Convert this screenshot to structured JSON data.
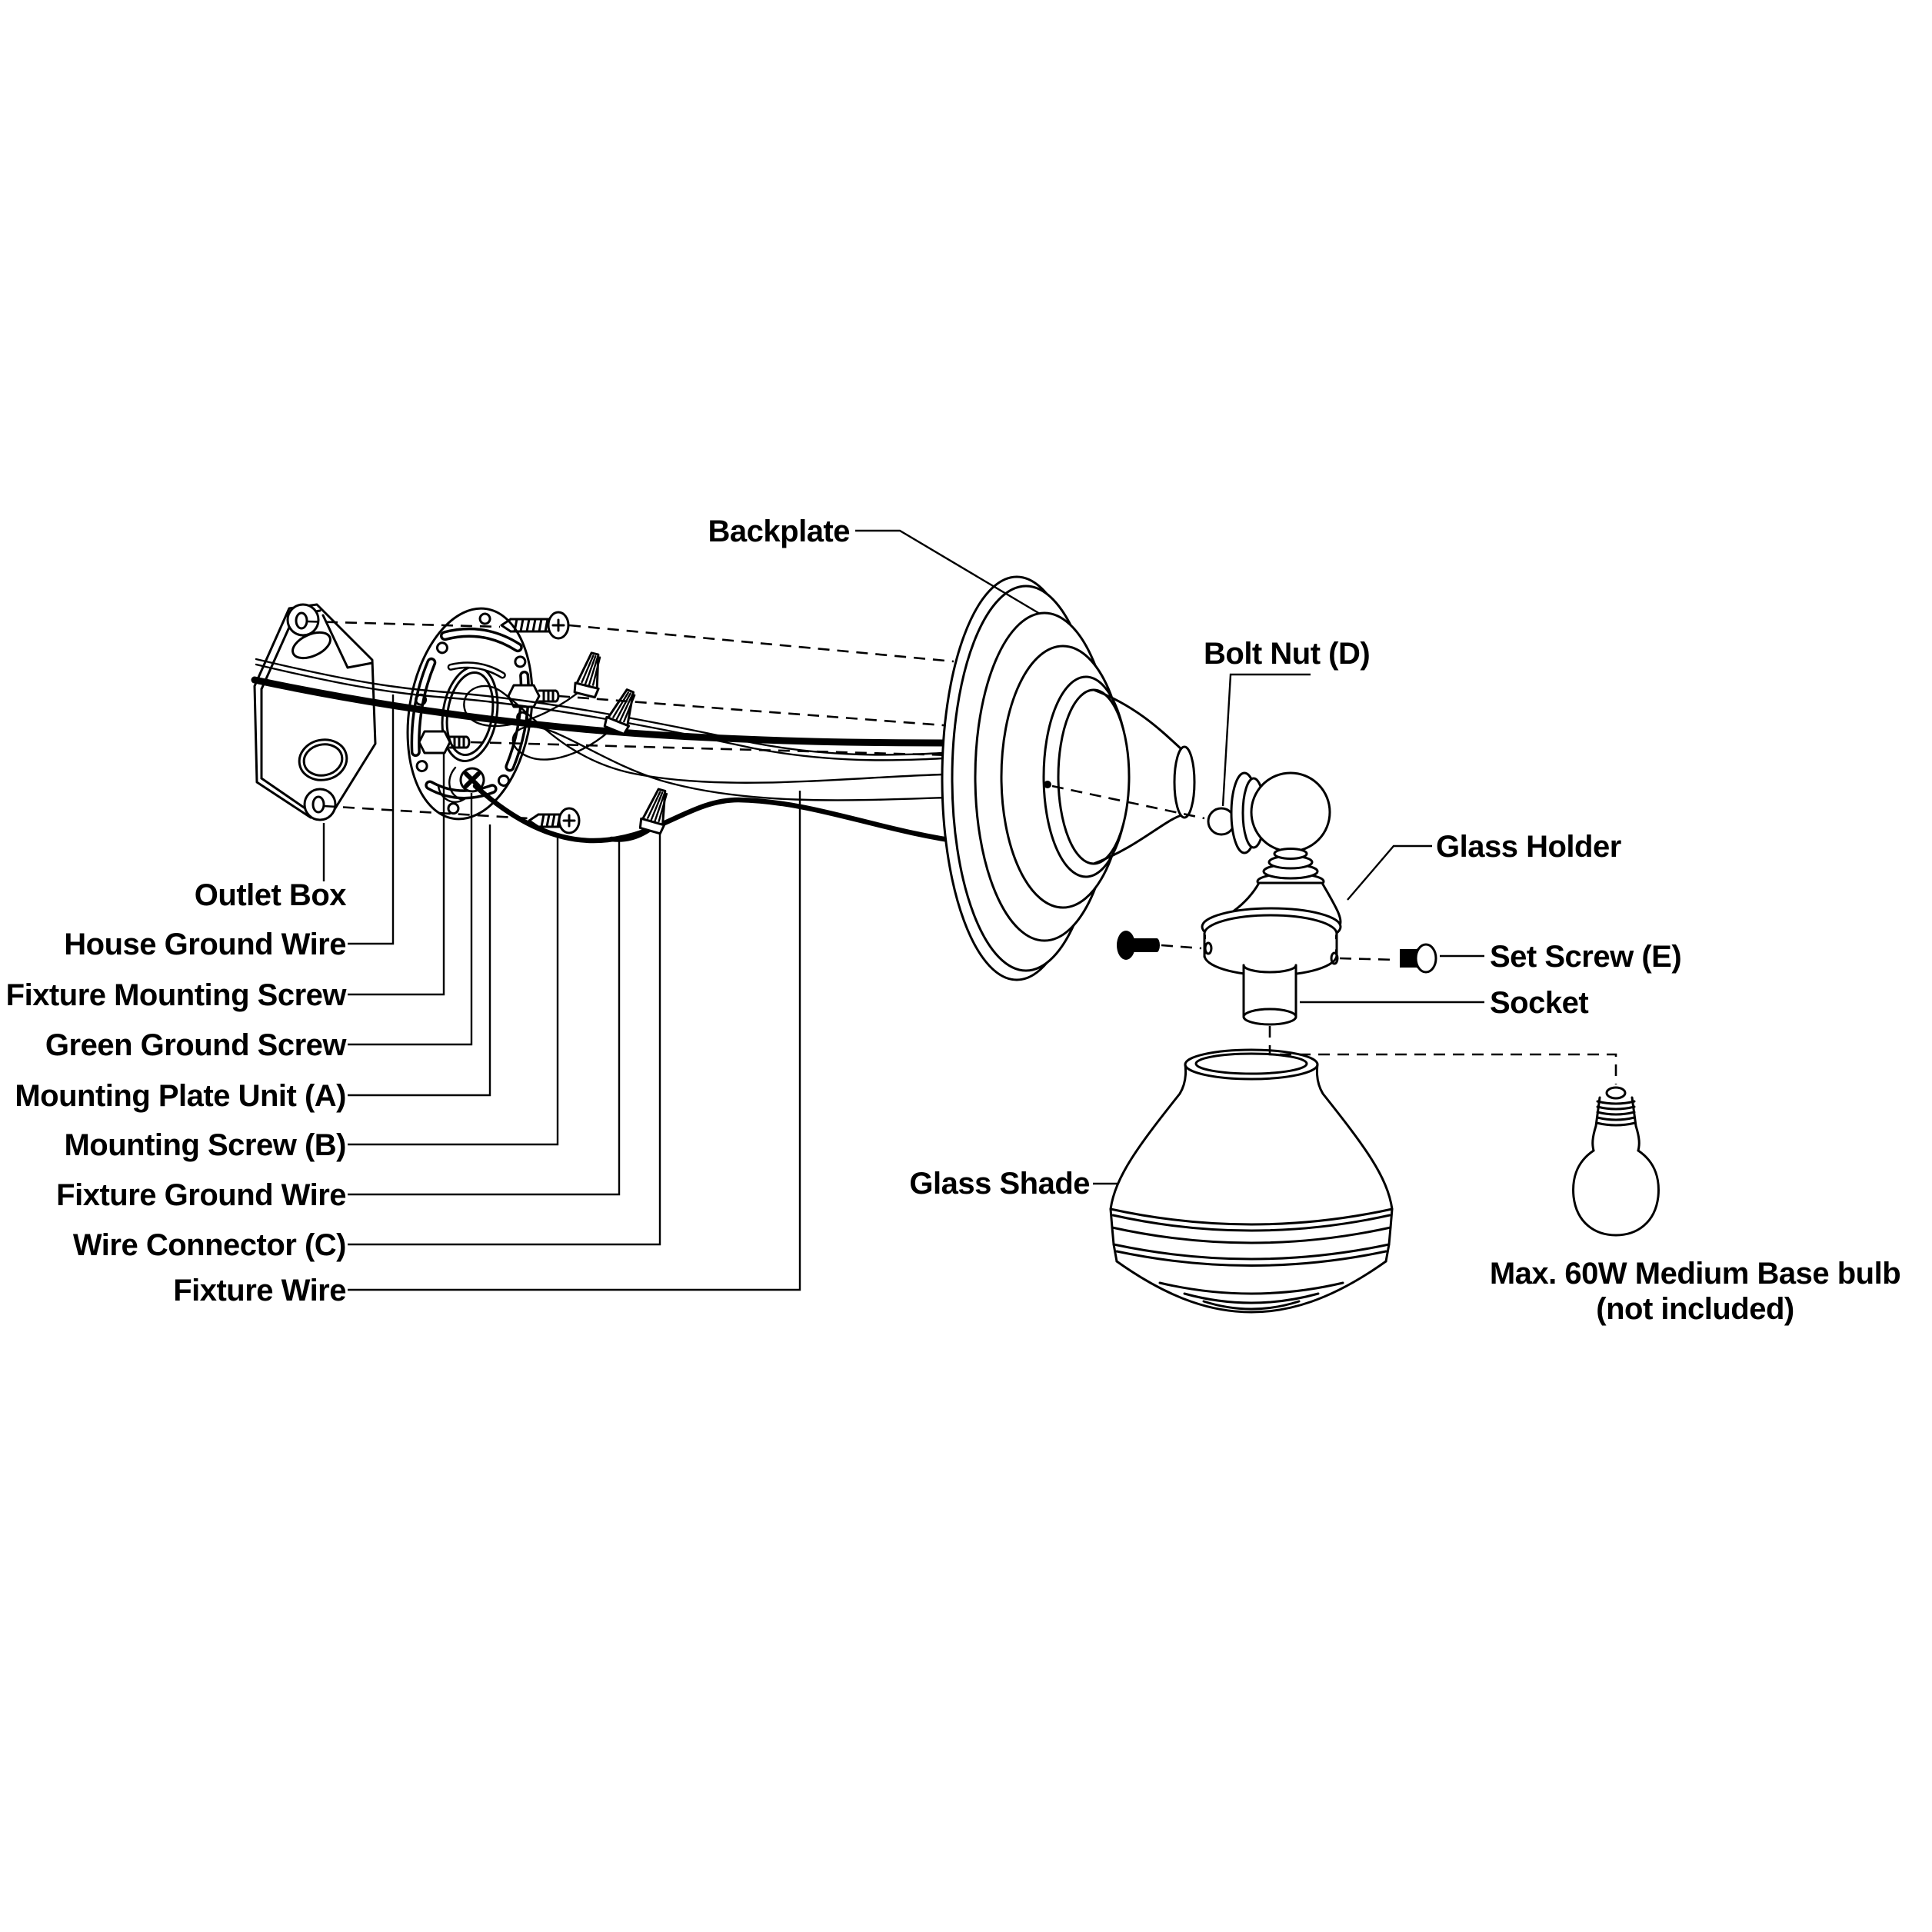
{
  "colors": {
    "background": "#ffffff",
    "ink": "#000000"
  },
  "labels": {
    "left": [
      "Outlet Box",
      "House Ground Wire",
      "Fixture Mounting Screw",
      "Green Ground Screw",
      "Mounting Plate Unit (A)",
      "Mounting Screw (B)",
      "Fixture Ground Wire",
      "Wire Connector (C)",
      "Fixture Wire"
    ],
    "right": [
      "Backplate",
      "Bolt Nut (D)",
      "Glass Holder",
      "Set Screw (E)",
      "Socket",
      "Glass Shade"
    ],
    "note": [
      "Max. 60W Medium Base bulb",
      "(not included)"
    ]
  }
}
